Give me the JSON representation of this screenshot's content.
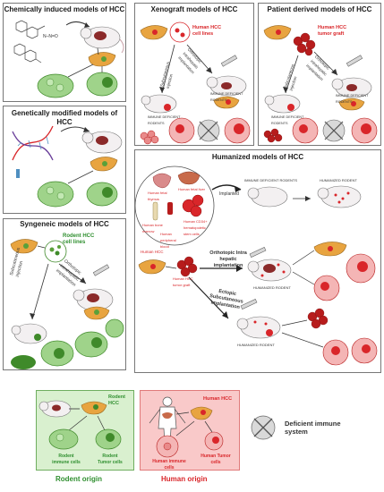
{
  "panels": {
    "chemical": {
      "title": "Chemically induced models of HCC"
    },
    "genetic": {
      "title": "Genetically modified models of HCC"
    },
    "syngeneic": {
      "title": "Syngeneic models of HCC",
      "cell_lines": "Rodent HCC cell lines",
      "subcutaneous": "Subcutaneous injection",
      "orthotopic": "Orthotopic intrahepatic implantation"
    },
    "xenograft": {
      "title": "Xenograft models of HCC",
      "cell_lines": "Human HCC cell lines",
      "subcutaneous": "Subcutaneous injection",
      "orthotopic": "Orthotopic intrahepatic implantation",
      "rodent_left": "IMMUNE DEFICIENT RODENTS",
      "rodent_right": "IMMUNE DEFICIENT RODENTS"
    },
    "pdx": {
      "title": "Patient derived models of HCC",
      "graft": "Human HCC tumor graft",
      "subcutaneous": "Subcutaneous injection",
      "orthotopic": "Orthotopic intrahepatic implantation",
      "rodent_left": "IMMUNE DEFICIENT RODENTS",
      "rodent_right": "IMMUNE DEFICIENT RODENTS"
    },
    "humanized": {
      "title": "Humanized models of HCC",
      "thymus": "Human fetal thymus",
      "liver": "Human fetal liver",
      "marrow": "Human bone marrow",
      "pbmc": "Human peripheral blood",
      "cd34": "Human CD34+ hematopoietic stem cells",
      "implanted": "Implanted",
      "deficient": "IMMUNE DEFICIENT RODENTS",
      "humanized_rodent": "HUMANIZED RODENT",
      "human_hcc": "Human HCC",
      "graft": "Human HCC tumor graft",
      "orthotopic": "Orthotopic Intra hepatic implantation",
      "humanized_rodent_2": "HUMANIZED RODENT",
      "ectopic": "Ectopic Subcutaneous implantation",
      "humanized_rodent_3": "HUMANIZED RODENT"
    }
  },
  "legend": {
    "rodent": {
      "hcc": "Rodent HCC",
      "immune": "Rodent immune cells",
      "tumor": "Rodent Tumor cells",
      "caption": "Rodent origin",
      "color": "#2f8f2f"
    },
    "human": {
      "hcc": "Human HCC",
      "immune": "Human immune cells",
      "tumor": "Human Tumor cells",
      "caption": "Human origin",
      "color": "#d9262a"
    },
    "deficient": "Deficient immune system"
  }
}
